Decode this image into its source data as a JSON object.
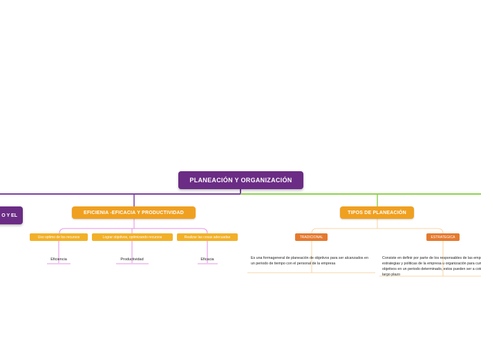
{
  "root": {
    "label": "PLANEACIÓN Y ORGANIZACIÓN"
  },
  "left_branch": {
    "label": "O Y EL"
  },
  "branches": [
    {
      "label": "EFICIENIA -EFICACIA Y PRODUCTIVIDAD",
      "children": [
        {
          "label": "Uso optimo de los recursos",
          "leaf": "Eficiencia"
        },
        {
          "label": "Lograr objetivos, optimizando recursos",
          "leaf": "Productividad"
        },
        {
          "label": "Realizar las cosas adecuadas",
          "leaf": "Eficacia"
        }
      ]
    },
    {
      "label": "TIPOS DE PLANEACIÓN",
      "children": [
        {
          "label": "TRADICIONAL",
          "description": "Es una formageneral de planeación de objetivos para ser alcanzados en un periodo de tiempo con el personal de la empresa"
        },
        {
          "label": "ESTRATEGICA",
          "description": "Consiste en definir por parte de los responsables de las empresas las estrategias y politicas de la empresa u organización para cumplir con los objetivos en un periodo determinado, estos pueden ser a coto, mediano o largo plazo"
        }
      ]
    }
  ],
  "colors": {
    "root": "#6b2c85",
    "left_line": "#7b3fa0",
    "right_line": "#8fd14f",
    "main_node": "#f0a020",
    "sub_node": "#f2b028",
    "orange_sub_node": "#e47a30",
    "pink_line": "#e070e0",
    "peach_line": "#f6c98a"
  }
}
